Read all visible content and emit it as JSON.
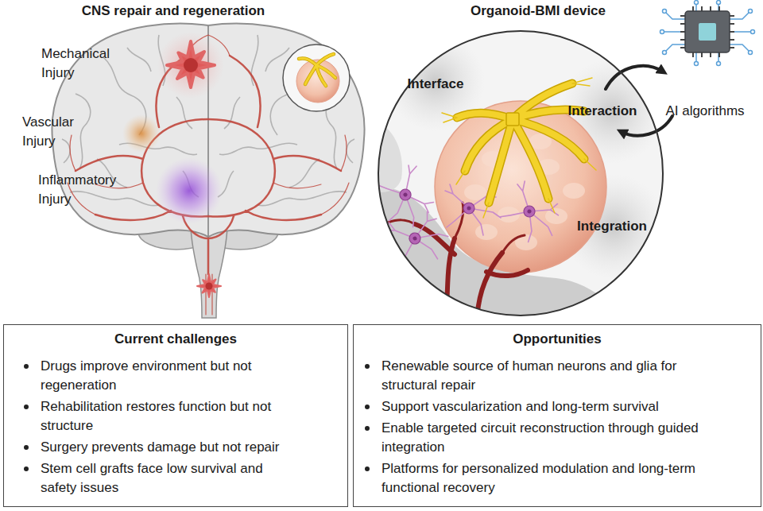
{
  "diagram": {
    "nodes": [
      {
        "text": [
          "Interface",
          "Interaction",
          "Integration"
        ]
      },
      {
        "text": [
          "Current challenges",
          "Drugs improve environment but not regeneration",
          "Rehabilitation restores function but not structure",
          "Surgery prevents damage but not repair",
          "Stem cell grafts face low survival and safety issues"
        ]
      },
      {
        "text": [
          "Opportunities",
          "Renewable source of human neurons and glia for structural repair",
          "Support vascularization and long-term survival",
          "Enable targeted circuit reconstruction through guided integration",
          "Platforms for personalized modulation and long-term functional recovery"
        ]
      }
    ],
    "labels": [
      "CNS repair and regeneration",
      "Organoid-BMI device",
      "Mechanical Injury",
      "Vascular Injury",
      "Inflammatory Injury",
      "AI algorithms"
    ]
  }
}
